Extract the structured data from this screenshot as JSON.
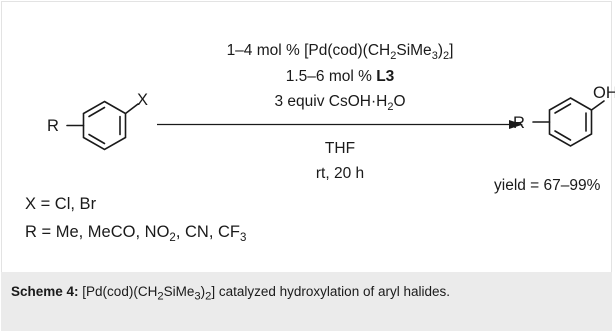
{
  "scheme": {
    "reactant_substituent": "R",
    "reactant_group": "X",
    "product_substituent": "R",
    "product_group": "OH",
    "conditions_above": {
      "line1": {
        "pre": "1–4 mol % [Pd(cod)(CH",
        "s1": "2",
        "mid": "SiMe",
        "s2": "3",
        "post": ")",
        "s3": "2",
        "end": "]"
      },
      "line2": {
        "pre": "1.5–6 mol % ",
        "bold": "L3"
      },
      "line3": {
        "pre": "3 equiv CsOH·H",
        "s1": "2",
        "post": "O"
      }
    },
    "conditions_below": {
      "line1": "THF",
      "line2": "rt, 20 h"
    },
    "variables": {
      "line1": "X = Cl, Br",
      "line2": {
        "pre": "R = Me, MeCO, NO",
        "s1": "2",
        "mid": ", CN, CF",
        "s2": "3"
      }
    },
    "yield_label": "yield = 67–99%"
  },
  "caption": {
    "label": "Scheme 4:",
    "text_pre": " [Pd(cod)(CH",
    "s1": "2",
    "text_mid": "SiMe",
    "s2": "3",
    "text_post": ")",
    "s3": "2",
    "text_end": "] catalyzed hydroxylation of aryl halides."
  }
}
